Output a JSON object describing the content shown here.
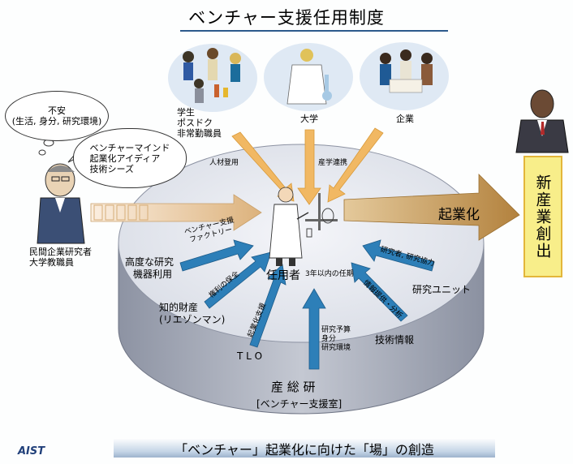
{
  "title": "ベンチャー支援任用制度",
  "sources": {
    "students": [
      "学生",
      "ポスドク",
      "非常勤職員"
    ],
    "university": "大学",
    "company": "企業"
  },
  "flow_labels": {
    "recruit": "人材登用",
    "industry": "産学連携"
  },
  "bubble": {
    "worry_lines": [
      "不安",
      "(生活, 身分, 研究環境)"
    ],
    "idea_lines": [
      "ベンチャーマインド",
      "起業化アイディア",
      "技術シーズ"
    ]
  },
  "researcher_label": [
    "民間企業研究者",
    "大学教職員"
  ],
  "center": {
    "appointee": "任用者",
    "term": "3年以内の任期"
  },
  "left_items": {
    "equipment": [
      "高度な研究",
      "機器利用"
    ],
    "factory": [
      "ベンチャー支援",
      "ファクトリー"
    ],
    "ip": [
      "知的財産",
      "(リエゾンマン)"
    ],
    "ip_arrow": "権利の保全",
    "tlo": "T L O",
    "tlo_arrow": "起業化支援"
  },
  "bottom_arrow": [
    "研究予算",
    "身分",
    "研究環境"
  ],
  "right_items": {
    "unit": "研究ユニット",
    "unit_arrow": "研究者, 研究協力",
    "info": "技術情報",
    "info_arrow": "情報提供・分析"
  },
  "business": "起業化",
  "new_business": "新産業創出",
  "aist": "産 総 研",
  "aist_office": "[ベンチャー支援室]",
  "footer": "「ベンチャー」起業化に向けた「場」の創造",
  "logo": "AIST",
  "colors": {
    "disc_top": "#e6e9f1",
    "disc_side": "#a3a9b8",
    "arrow_blue": "#2d7fb8",
    "arrow_orange": "#f1b863",
    "arrow_gold": "#c79a55",
    "accent_yellow": "#f8ee8a"
  }
}
